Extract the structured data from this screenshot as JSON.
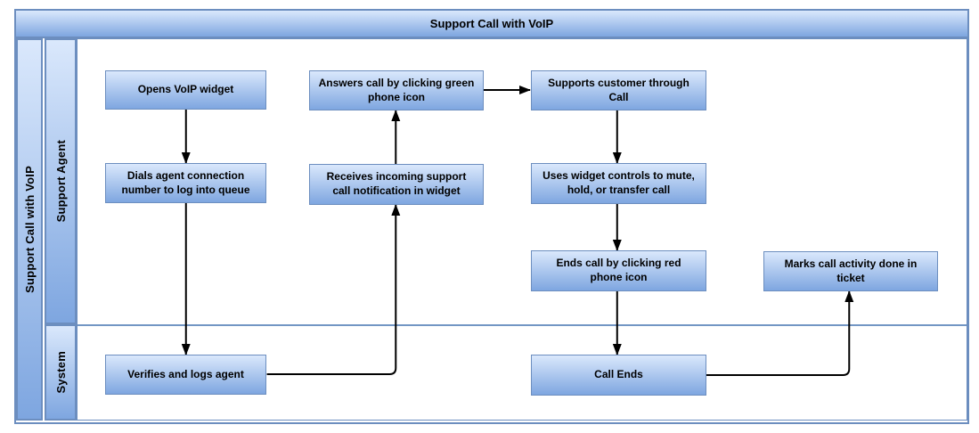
{
  "diagram": {
    "type": "swimlane-flowchart",
    "title": "Support Call with VoIP",
    "pool_label": "Support Call with VoIP",
    "lanes": [
      {
        "id": "support-agent",
        "label": "Support Agent"
      },
      {
        "id": "system",
        "label": "System"
      }
    ],
    "nodes": {
      "opens": {
        "label": "Opens VoIP widget",
        "lane": "support-agent"
      },
      "dials": {
        "label": "Dials agent connection number to log into queue",
        "lane": "support-agent"
      },
      "answers": {
        "label": "Answers call by clicking green phone icon",
        "lane": "support-agent"
      },
      "receives": {
        "label": "Receives incoming support call notification in widget",
        "lane": "support-agent"
      },
      "supports": {
        "label": "Supports customer through Call",
        "lane": "support-agent"
      },
      "uses": {
        "label": "Uses widget controls to mute, hold, or transfer call",
        "lane": "support-agent"
      },
      "ends": {
        "label": "Ends call by clicking red phone icon",
        "lane": "support-agent"
      },
      "marks": {
        "label": "Marks call activity done in ticket",
        "lane": "support-agent"
      },
      "verifies": {
        "label": "Verifies and logs agent",
        "lane": "system"
      },
      "call_ends": {
        "label": "Call Ends",
        "lane": "system"
      }
    },
    "edges": [
      {
        "from": "opens",
        "to": "dials"
      },
      {
        "from": "dials",
        "to": "verifies"
      },
      {
        "from": "verifies",
        "to": "receives"
      },
      {
        "from": "receives",
        "to": "answers"
      },
      {
        "from": "answers",
        "to": "supports"
      },
      {
        "from": "supports",
        "to": "uses"
      },
      {
        "from": "uses",
        "to": "ends"
      },
      {
        "from": "ends",
        "to": "call_ends"
      },
      {
        "from": "call_ends",
        "to": "marks"
      }
    ],
    "colors": {
      "node_fill_top": "#dae8fc",
      "node_fill_bottom": "#7ea6e0",
      "stroke": "#6c8ebf",
      "arrow": "#000000",
      "background": "#ffffff"
    }
  }
}
